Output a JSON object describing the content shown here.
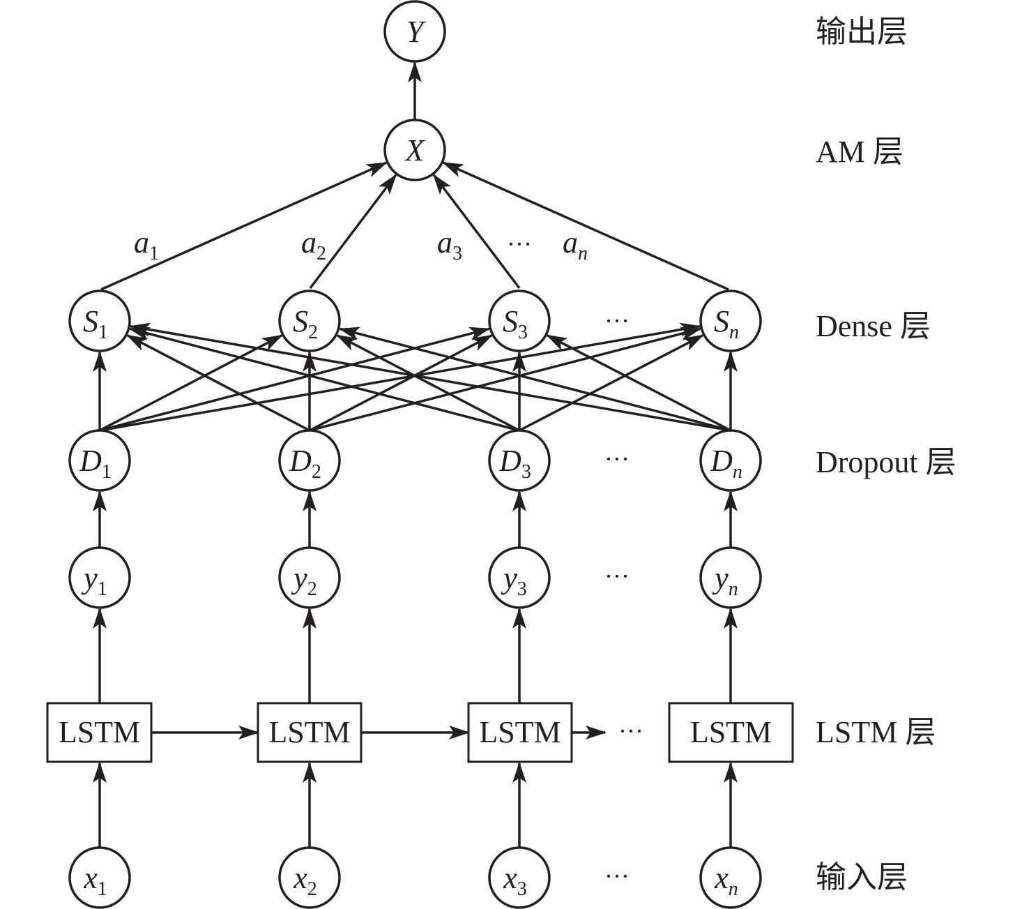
{
  "colors": {
    "ink": "#231f20",
    "background": "#ffffff"
  },
  "top_nodes": [
    {
      "id": "Y",
      "base": "Y",
      "sub": ""
    },
    {
      "id": "X",
      "base": "X",
      "sub": ""
    }
  ],
  "rows": {
    "dense": [
      {
        "base": "S",
        "sub": "1"
      },
      {
        "base": "S",
        "sub": "2"
      },
      {
        "base": "S",
        "sub": "3"
      },
      {
        "base": "S",
        "sub": "n"
      }
    ],
    "dropout": [
      {
        "base": "D",
        "sub": "1"
      },
      {
        "base": "D",
        "sub": "2"
      },
      {
        "base": "D",
        "sub": "3"
      },
      {
        "base": "D",
        "sub": "n"
      }
    ],
    "lstm_out": [
      {
        "base": "y",
        "sub": "1"
      },
      {
        "base": "y",
        "sub": "2"
      },
      {
        "base": "y",
        "sub": "3"
      },
      {
        "base": "y",
        "sub": "n"
      }
    ],
    "lstm": [
      "LSTM",
      "LSTM",
      "LSTM",
      "LSTM"
    ],
    "input": [
      {
        "base": "x",
        "sub": "1"
      },
      {
        "base": "x",
        "sub": "2"
      },
      {
        "base": "x",
        "sub": "3"
      },
      {
        "base": "x",
        "sub": "n"
      }
    ]
  },
  "attention_weights": [
    {
      "base": "a",
      "sub": "1"
    },
    {
      "base": "a",
      "sub": "2"
    },
    {
      "base": "a",
      "sub": "3"
    },
    {
      "base": "a",
      "sub": "n"
    }
  ],
  "ellipsis": "···",
  "layer_labels": {
    "output": "输出层",
    "am": "AM 层",
    "dense": "Dense 层",
    "dropout": "Dropout 层",
    "lstm": "LSTM 层",
    "input": "输入层"
  }
}
